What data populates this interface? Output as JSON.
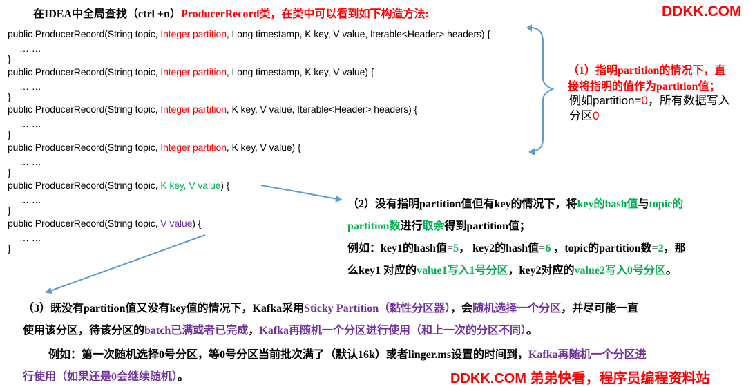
{
  "header": {
    "prefix": "在IDEA中全局查找（ctrl +n）",
    "class_name": "ProducerRecord类，在类中可以看到如下构造方法:"
  },
  "watermark": {
    "top": "DDKK.COM",
    "bottom": "DDKK.COM 弟弟快看，程序员编程资料站"
  },
  "code": {
    "ellipsis": "… …",
    "close": "}",
    "c1_a": "public ProducerRecord(String topic, ",
    "c1_b": "Integer partition",
    "c1_c": ", Long timestamp, K key, V value, Iterable<Header> headers) {",
    "c2_a": "public ProducerRecord(String topic, ",
    "c2_b": "Integer partition",
    "c2_c": ", Long timestamp, K key, V value) {",
    "c3_a": "public ProducerRecord(String topic, ",
    "c3_b": "Integer partition",
    "c3_c": ", K key, V value, Iterable<Header> headers) {",
    "c4_a": "public ProducerRecord(String topic, ",
    "c4_b": "Integer partition",
    "c4_c": ", K key, V value) {",
    "c5_a": "public ProducerRecord(String topic, ",
    "c5_b": "K key, V value",
    "c5_c": ") {",
    "c6_a": "public ProducerRecord(String topic, ",
    "c6_b": "V value",
    "c6_c": ") {"
  },
  "note1": {
    "line1": "（1）指明partition的情况下，直",
    "line2": "接将指明的值作为partition值；",
    "line3_a": "例如partition=",
    "line3_b": "0",
    "line3_c": "，所有数据写入",
    "line4_a": "分区",
    "line4_b": "0"
  },
  "note2": {
    "l1_a": "（2）没有指明partition值但有key的情况下，将",
    "l1_b": "key的hash值",
    "l1_c": "与",
    "l1_d": "topic的",
    "l2_a": "partition数",
    "l2_b": "进行",
    "l2_c": "取余",
    "l2_d": "得到partition值；",
    "l3_a": "例如：key1的hash值=",
    "l3_b": "5",
    "l3_c": "，   key2的hash值=",
    "l3_d": "6",
    "l3_e": "  ，topic的partition数=",
    "l3_f": "2",
    "l3_g": "，那",
    "l4_a": "么key1 对应的",
    "l4_b": "value1写入1号分区",
    "l4_c": "，key2对应的",
    "l4_d": "value2写入0号分区",
    "l4_e": "。"
  },
  "note3": {
    "l1_a": "（3）既没有partition值又没有key值的情况下，Kafka采用",
    "l1_b": "Sticky  Partition（黏性分区器）",
    "l1_c": "，会",
    "l1_d": "随机选择一个分区",
    "l1_e": "，并尽可能一直",
    "l2_a": "使用该分区，待该分区的",
    "l2_b": "batch已满或者已完成",
    "l2_c": "，",
    "l2_d": "Kafka再随机一个分区进行使用（和上一次的分区不同）",
    "l2_e": "。",
    "l3_a": "例如：第一次随机选择0号分区，等0号分区当前批次满了（默认16k）或者linger.ms设置的时间到，",
    "l3_b": "Kafka再随机一个分区进",
    "l4_a": "行使用（如果还是0会继续随机）",
    "l4_b": "。"
  },
  "colors": {
    "arrow": "#5b9bd5",
    "red": "#ff0000",
    "green": "#00b050",
    "purple": "#7030a0"
  }
}
